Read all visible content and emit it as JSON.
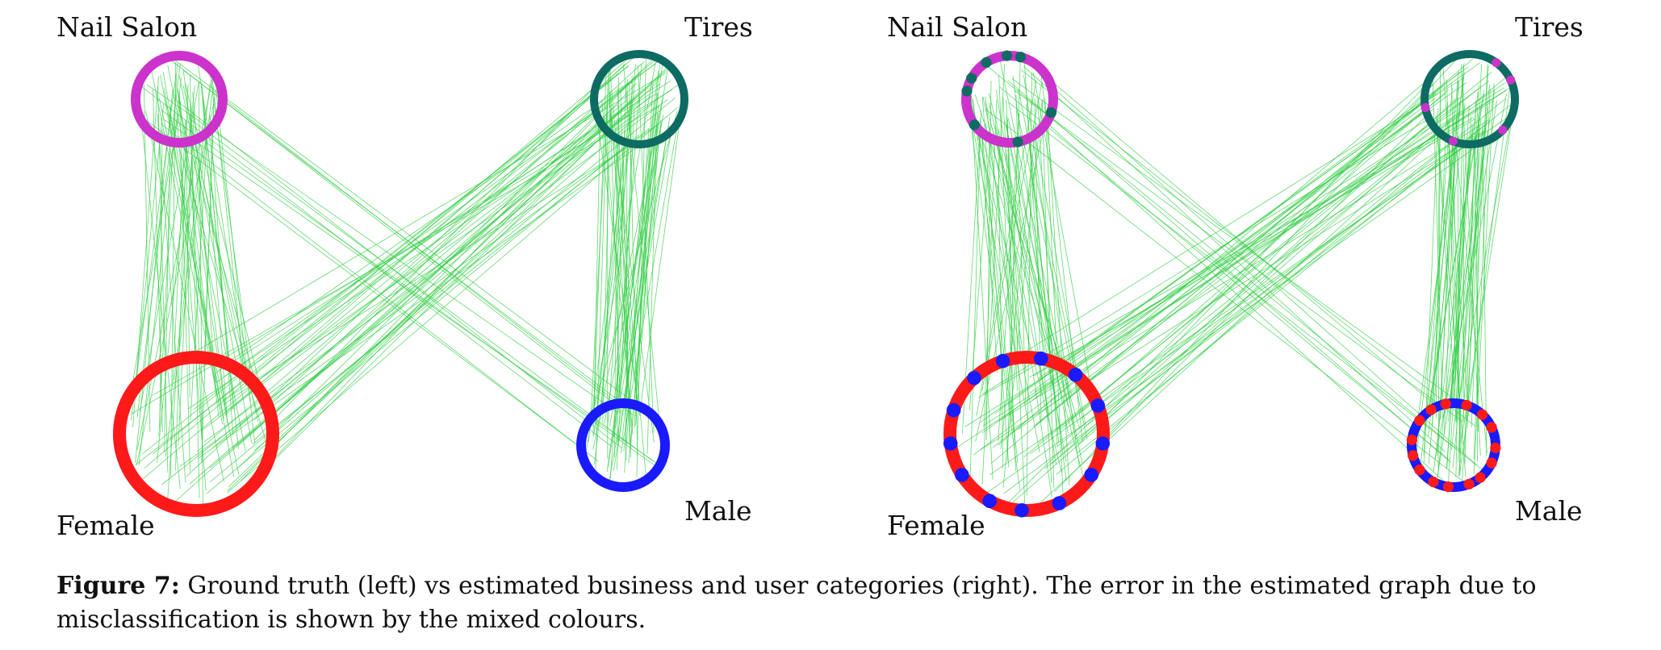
{
  "figure": {
    "panels": [
      {
        "id": "left",
        "labels": {
          "top_left": "Nail Salon",
          "top_right": "Tires",
          "bottom_left": "Female",
          "bottom_right": "Male"
        },
        "node_groups": [
          {
            "key": "nail_salon",
            "color": "#cc33cc",
            "misclassified": []
          },
          {
            "key": "tires",
            "color": "#0e6b63",
            "misclassified": []
          },
          {
            "key": "female",
            "color": "#ff1a1a",
            "misclassified": []
          },
          {
            "key": "male",
            "color": "#1a1aff",
            "misclassified": []
          }
        ]
      },
      {
        "id": "right",
        "labels": {
          "top_left": "Nail Salon",
          "top_right": "Tires",
          "bottom_left": "Female",
          "bottom_right": "Male"
        },
        "node_groups": [
          {
            "key": "nail_salon",
            "color": "#cc33cc",
            "misclassified": [
              0.05,
              0.22,
              0.4,
              0.53,
              0.58,
              0.66,
              0.74,
              0.79
            ]
          },
          {
            "key": "tires",
            "color": "#0e6b63",
            "misclassified": [
              0.12,
              0.31,
              0.47,
              0.85,
              0.93
            ]
          },
          {
            "key": "female",
            "color": "#ff1a1a",
            "misclassified": [
              0.02,
              0.09,
              0.18,
              0.26,
              0.33,
              0.41,
              0.48,
              0.55,
              0.63,
              0.7,
              0.78,
              0.86,
              0.94
            ]
          },
          {
            "key": "male",
            "color": "#1a1aff",
            "misclassified": [
              0.01,
              0.07,
              0.14,
              0.19,
              0.27,
              0.33,
              0.4,
              0.46,
              0.52,
              0.6,
              0.66,
              0.72,
              0.8,
              0.87,
              0.93
            ]
          }
        ]
      }
    ],
    "edge_color": "#2ecc40",
    "edges": {
      "nail_salon-female": 60,
      "nail_salon-male": 12,
      "tires-female": 45,
      "tires-male": 55
    }
  },
  "caption": {
    "label": "Figure 7:",
    "text": "Ground truth (left) vs estimated business and user categories (right). The error in the estimated graph due to misclassification is shown by the mixed colours."
  }
}
